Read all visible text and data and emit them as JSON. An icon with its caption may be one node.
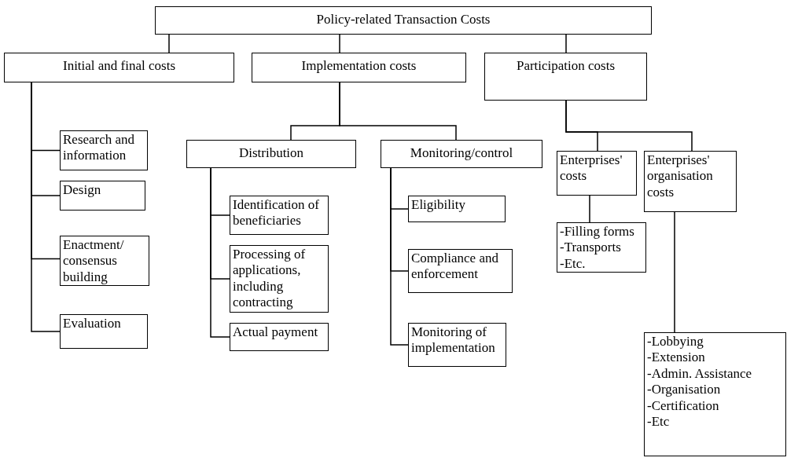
{
  "diagram": {
    "nodes": [
      {
        "text": [
          "Policy-related Transaction Costs"
        ]
      },
      {
        "text": [
          "Initial and final costs"
        ]
      },
      {
        "text": [
          "Implementation costs"
        ]
      },
      {
        "text": [
          "Participation costs"
        ]
      },
      {
        "text": [
          "Research and information"
        ]
      },
      {
        "text": [
          "Design"
        ]
      },
      {
        "text": [
          "Enactment/ consensus building"
        ]
      },
      {
        "text": [
          "Evaluation"
        ]
      },
      {
        "text": [
          "Distribution"
        ]
      },
      {
        "text": [
          "Monitoring/control"
        ]
      },
      {
        "text": [
          "Identification of beneficiaries"
        ]
      },
      {
        "text": [
          "Processing of applications, including contracting"
        ]
      },
      {
        "text": [
          "Actual payment"
        ]
      },
      {
        "text": [
          "Eligibility"
        ]
      },
      {
        "text": [
          "Compliance and enforcement"
        ]
      },
      {
        "text": [
          "Monitoring of implementation"
        ]
      },
      {
        "text": [
          "Enterprises' costs"
        ]
      },
      {
        "text": [
          "Enterprises' organisation costs"
        ]
      },
      {
        "text": [
          "-Filling forms",
          "-Transports",
          "-Etc."
        ]
      },
      {
        "text": [
          "-Lobbying",
          "-Extension",
          "-Admin. Assistance",
          "-Organisation",
          "-Certification",
          "-Etc"
        ]
      }
    ],
    "edges": [
      {
        "from": 0,
        "to": 1,
        "arrow": "none"
      },
      {
        "from": 0,
        "to": 2,
        "arrow": "none"
      },
      {
        "from": 0,
        "to": 3,
        "arrow": "none"
      },
      {
        "from": 1,
        "to": 4,
        "arrow": "none"
      },
      {
        "from": 1,
        "to": 5,
        "arrow": "none"
      },
      {
        "from": 1,
        "to": 6,
        "arrow": "none"
      },
      {
        "from": 1,
        "to": 7,
        "arrow": "none"
      },
      {
        "from": 2,
        "to": 8,
        "arrow": "none"
      },
      {
        "from": 2,
        "to": 9,
        "arrow": "none"
      },
      {
        "from": 8,
        "to": 10,
        "arrow": "none"
      },
      {
        "from": 8,
        "to": 11,
        "arrow": "none"
      },
      {
        "from": 8,
        "to": 12,
        "arrow": "none"
      },
      {
        "from": 9,
        "to": 13,
        "arrow": "none"
      },
      {
        "from": 9,
        "to": 14,
        "arrow": "none"
      },
      {
        "from": 9,
        "to": 15,
        "arrow": "none"
      },
      {
        "from": 3,
        "to": 16,
        "arrow": "none"
      },
      {
        "from": 3,
        "to": 17,
        "arrow": "none"
      },
      {
        "from": 16,
        "to": 18,
        "arrow": "none"
      },
      {
        "from": 17,
        "to": 19,
        "arrow": "none"
      }
    ]
  }
}
